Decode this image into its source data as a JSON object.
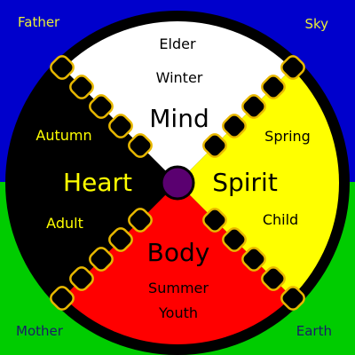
{
  "corners": {
    "top_left": "Father",
    "top_right": "Sky",
    "bottom_left": "Mother",
    "bottom_right": "Earth"
  },
  "quadrants": {
    "north": {
      "main": "Mind",
      "season": "Winter",
      "life_stage": "Elder",
      "color": "#ffffff",
      "text_color": "#000000"
    },
    "east": {
      "main": "Spirit",
      "season": "Spring",
      "life_stage": "Child",
      "color": "#ffff00",
      "text_color": "#000000"
    },
    "south": {
      "main": "Body",
      "season": "Summer",
      "life_stage": "Youth",
      "color": "#ff0000",
      "text_color": "#000000"
    },
    "west": {
      "main": "Heart",
      "season": "Autumn",
      "life_stage": "Adult",
      "color": "#000000",
      "text_color": "#ffff00"
    }
  },
  "colors": {
    "sky": "#0000cc",
    "ground": "#00cc00",
    "rim": "#000000",
    "bead_outline": "#e8b800",
    "center": "#5a0070"
  }
}
